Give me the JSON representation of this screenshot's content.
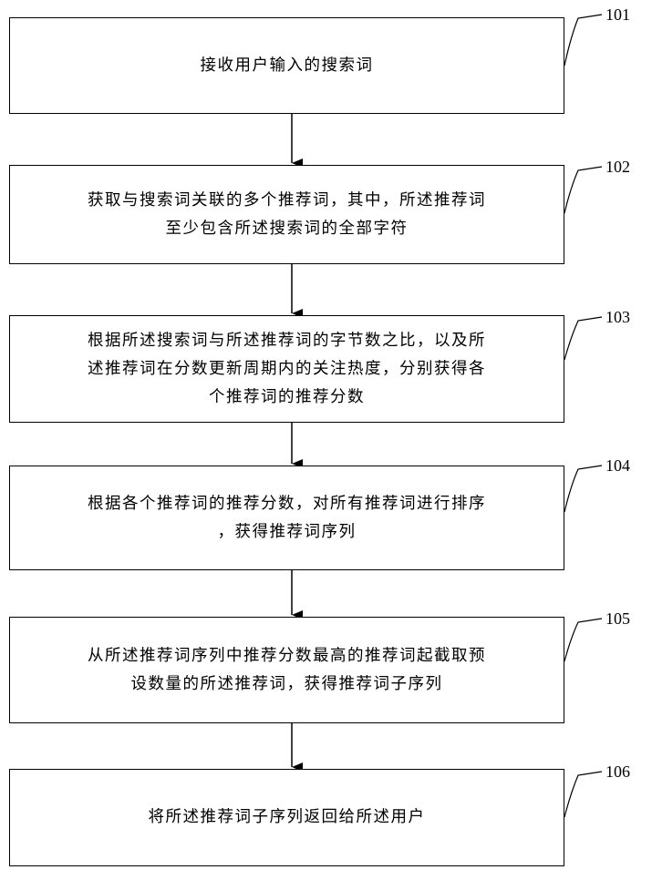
{
  "diagram": {
    "steps": [
      {
        "id": "101",
        "lines": [
          "接收用户输入的搜索词"
        ]
      },
      {
        "id": "102",
        "lines": [
          "获取与搜索词关联的多个推荐词，其中，所述推荐词",
          "至少包含所述搜索词的全部字符"
        ]
      },
      {
        "id": "103",
        "lines": [
          "根据所述搜索词与所述推荐词的字节数之比，以及所",
          "述推荐词在分数更新周期内的关注热度，分别获得各",
          "个推荐词的推荐分数"
        ]
      },
      {
        "id": "104",
        "lines": [
          "根据各个推荐词的推荐分数，对所有推荐词进行排序",
          "，获得推荐词序列"
        ]
      },
      {
        "id": "105",
        "lines": [
          "从所述推荐词序列中推荐分数最高的推荐词起截取预",
          "设数量的所述推荐词，获得推荐词子序列"
        ]
      },
      {
        "id": "106",
        "lines": [
          "将所述推荐词子序列返回给所述用户"
        ]
      }
    ],
    "colors": {
      "stroke": "#000000",
      "background": "#ffffff"
    }
  }
}
